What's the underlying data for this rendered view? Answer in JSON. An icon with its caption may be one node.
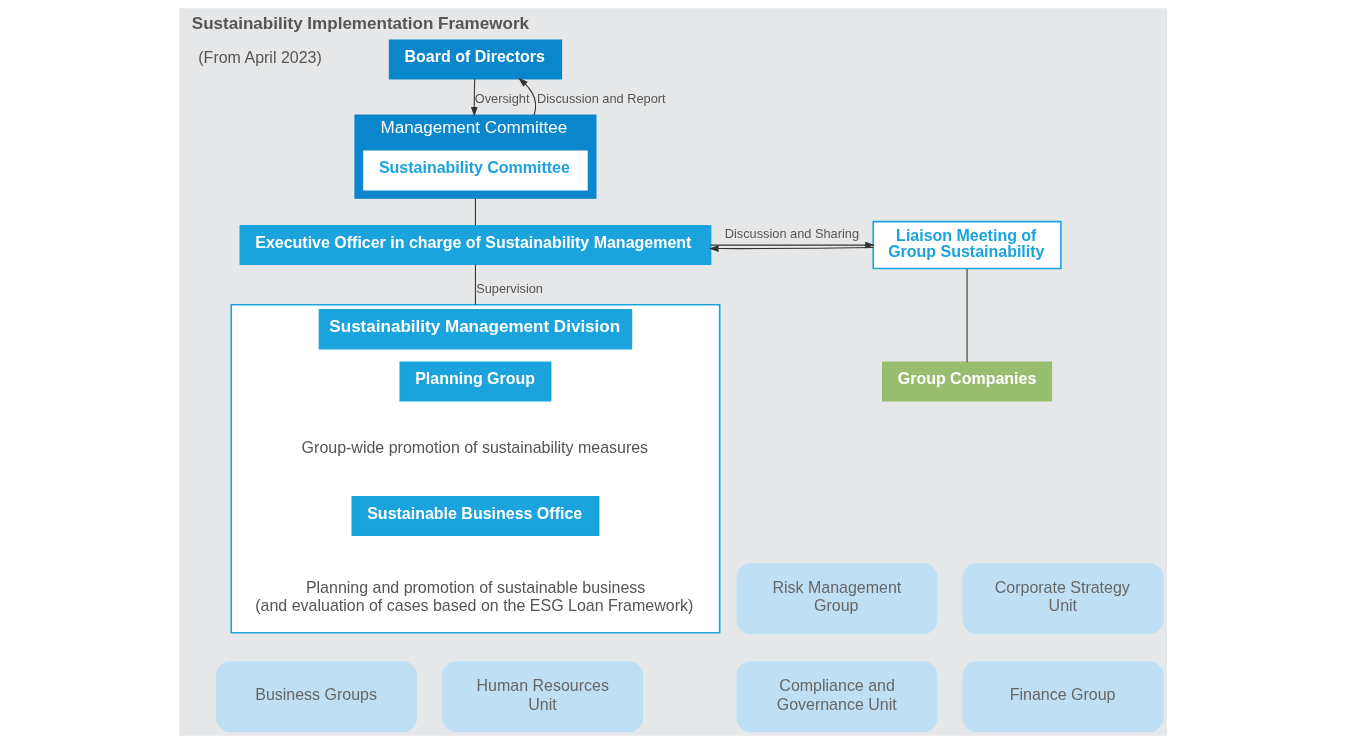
{
  "diagram": {
    "title": "Sustainability Implementation Framework",
    "nodes": [
      {
        "text": [
          "Board of Directors"
        ]
      },
      {
        "text": [
          "Management Committee"
        ]
      },
      {
        "text": [
          "Sustainability Committee"
        ],
        "in": 1
      },
      {
        "text": [
          "Liaison Meeting of Group Sustainability"
        ]
      },
      {
        "text": [
          "Executive Officer in charge of Sustainability Management"
        ]
      },
      {
        "text": [
          "Group Companies"
        ]
      },
      {
        "text": [
          "Sustainability Management Division"
        ]
      },
      {
        "text": [
          "Planning Group"
        ],
        "in": 6,
        "beside": [
          "Group-wide promotion of sustainability measures"
        ]
      },
      {
        "text": [
          "Sustainable Business Office"
        ],
        "in": 6,
        "beside": [
          "Planning and promotion of sustainable business (and evaluation of cases based on the ESG Loan Framework)"
        ]
      },
      {
        "text": [
          "Risk Management Group"
        ]
      },
      {
        "text": [
          "Corporate Strategy Unit"
        ]
      },
      {
        "text": [
          "Compliance and Governance Unit"
        ]
      },
      {
        "text": [
          "Business Groups"
        ]
      },
      {
        "text": [
          "Human Resources Unit"
        ]
      },
      {
        "text": [
          "Finance Group"
        ]
      }
    ],
    "edges": [
      {
        "from": 0,
        "to": 1,
        "arrow": "to",
        "label": "Oversight"
      },
      {
        "from": 1,
        "to": 0,
        "arrow": "to",
        "label": "Discussion and Report"
      },
      {
        "from": 1,
        "to": 4,
        "arrow": "none"
      },
      {
        "from": 3,
        "to": 4,
        "arrow": "to"
      },
      {
        "from": 4,
        "to": 3,
        "arrow": "to",
        "label": "Discussion and Sharing"
      },
      {
        "from": 4,
        "to": 6,
        "arrow": "none",
        "label": "Supervision"
      },
      {
        "from": 3,
        "to": 5,
        "arrow": "none"
      }
    ],
    "labels": [
      "(From April 2023)"
    ]
  }
}
